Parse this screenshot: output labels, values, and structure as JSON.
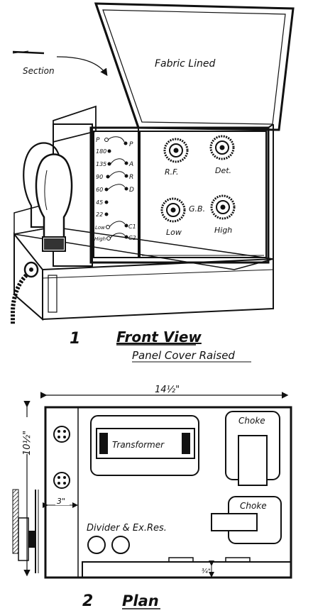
{
  "figure1": {
    "number": "1",
    "title": "Front View",
    "subtitle": "Panel Cover Raised",
    "lid_label": "Fabric Lined",
    "section_label": "Section",
    "terminals": [
      {
        "left": "P",
        "right": ""
      },
      {
        "left": "180",
        "right": "P"
      },
      {
        "left": "135",
        "right": "A"
      },
      {
        "left": "90",
        "right": "R"
      },
      {
        "left": "60",
        "right": "D"
      },
      {
        "left": "45",
        "right": ""
      },
      {
        "left": "22",
        "right": ""
      },
      {
        "left": "Low",
        "right": "C1"
      },
      {
        "left": "High",
        "right": "C2"
      }
    ],
    "knobs": [
      "R.F.",
      "Det.",
      "Low",
      "High"
    ],
    "gb_label": "G.B."
  },
  "figure2": {
    "number": "2",
    "title": "Plan",
    "width_dim": "14½\"",
    "height_dim": "10½\"",
    "side_dim": "3\"",
    "small_dim": "¾\"",
    "transformer_label": "Transformer",
    "choke_labels": [
      "Choke",
      "Choke"
    ],
    "divider_label": "Divider & Ex.Res."
  }
}
